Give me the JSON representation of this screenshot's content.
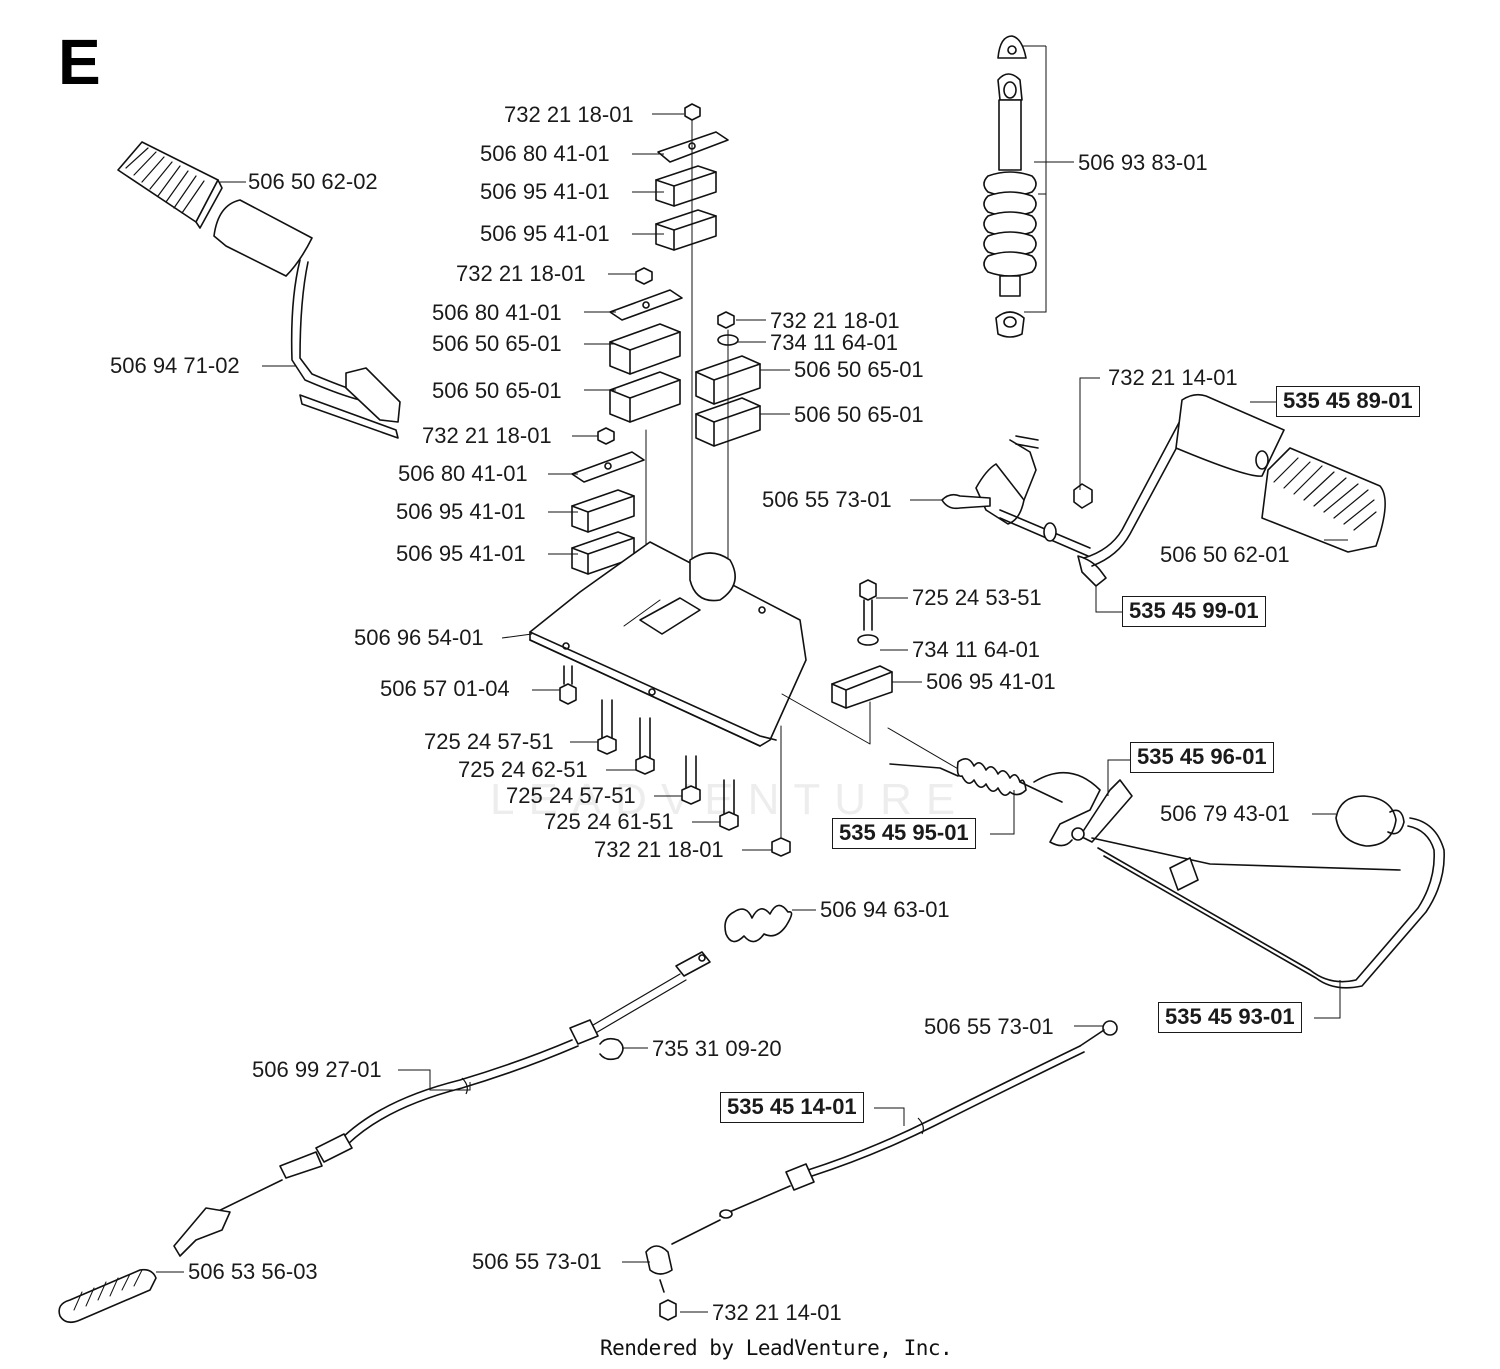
{
  "section_letter": "E",
  "footer": "Rendered by LeadVenture, Inc.",
  "watermark": "LEADVENTURE",
  "callouts": [
    {
      "id": "c1",
      "text": "732 21 18-01",
      "boxed": false
    },
    {
      "id": "c2",
      "text": "506 80 41-01",
      "boxed": false
    },
    {
      "id": "c3",
      "text": "506 95 41-01",
      "boxed": false
    },
    {
      "id": "c4",
      "text": "506 95 41-01",
      "boxed": false
    },
    {
      "id": "c5",
      "text": "732 21 18-01",
      "boxed": false
    },
    {
      "id": "c6",
      "text": "506 80 41-01",
      "boxed": false
    },
    {
      "id": "c7",
      "text": "506 50 65-01",
      "boxed": false
    },
    {
      "id": "c8",
      "text": "506 50 65-01",
      "boxed": false
    },
    {
      "id": "c9",
      "text": "732 21 18-01",
      "boxed": false
    },
    {
      "id": "c10",
      "text": "506 80 41-01",
      "boxed": false
    },
    {
      "id": "c11",
      "text": "506 95 41-01",
      "boxed": false
    },
    {
      "id": "c12",
      "text": "506 95 41-01",
      "boxed": false
    },
    {
      "id": "c13",
      "text": "732 21 18-01",
      "boxed": false
    },
    {
      "id": "c14",
      "text": "734 11 64-01",
      "boxed": false
    },
    {
      "id": "c15",
      "text": "506 50 65-01",
      "boxed": false
    },
    {
      "id": "c16",
      "text": "506 50 65-01",
      "boxed": false
    },
    {
      "id": "c17",
      "text": "506 50 62-02",
      "boxed": false
    },
    {
      "id": "c18",
      "text": "506 94 71-02",
      "boxed": false
    },
    {
      "id": "c19",
      "text": "506 93 83-01",
      "boxed": false
    },
    {
      "id": "c20",
      "text": "732 21 14-01",
      "boxed": false
    },
    {
      "id": "c21",
      "text": "535 45 89-01",
      "boxed": true
    },
    {
      "id": "c22",
      "text": "506 55 73-01",
      "boxed": false
    },
    {
      "id": "c23",
      "text": "506 50 62-01",
      "boxed": false
    },
    {
      "id": "c24",
      "text": "535 45 99-01",
      "boxed": true
    },
    {
      "id": "c25",
      "text": "725 24 53-51",
      "boxed": false
    },
    {
      "id": "c26",
      "text": "734 11 64-01",
      "boxed": false
    },
    {
      "id": "c27",
      "text": "506 95 41-01",
      "boxed": false
    },
    {
      "id": "c28",
      "text": "506 96 54-01",
      "boxed": false
    },
    {
      "id": "c29",
      "text": "506 57 01-04",
      "boxed": false
    },
    {
      "id": "c30",
      "text": "725 24 57-51",
      "boxed": false
    },
    {
      "id": "c31",
      "text": "725 24 62-51",
      "boxed": false
    },
    {
      "id": "c32",
      "text": "725 24 57-51",
      "boxed": false
    },
    {
      "id": "c33",
      "text": "725 24 61-51",
      "boxed": false
    },
    {
      "id": "c34",
      "text": "732 21 18-01",
      "boxed": false
    },
    {
      "id": "c35",
      "text": "535 45 96-01",
      "boxed": true
    },
    {
      "id": "c36",
      "text": "535 45 95-01",
      "boxed": true
    },
    {
      "id": "c37",
      "text": "506 79 43-01",
      "boxed": false
    },
    {
      "id": "c38",
      "text": "506 94 63-01",
      "boxed": false
    },
    {
      "id": "c39",
      "text": "735 31 09-20",
      "boxed": false
    },
    {
      "id": "c40",
      "text": "506 99 27-01",
      "boxed": false
    },
    {
      "id": "c41",
      "text": "535 45 93-01",
      "boxed": true
    },
    {
      "id": "c42",
      "text": "506 55 73-01",
      "boxed": false
    },
    {
      "id": "c43",
      "text": "535 45 14-01",
      "boxed": true
    },
    {
      "id": "c44",
      "text": "506 53 56-03",
      "boxed": false
    },
    {
      "id": "c45",
      "text": "506 55 73-01",
      "boxed": false
    },
    {
      "id": "c46",
      "text": "732 21 14-01",
      "boxed": false
    }
  ]
}
